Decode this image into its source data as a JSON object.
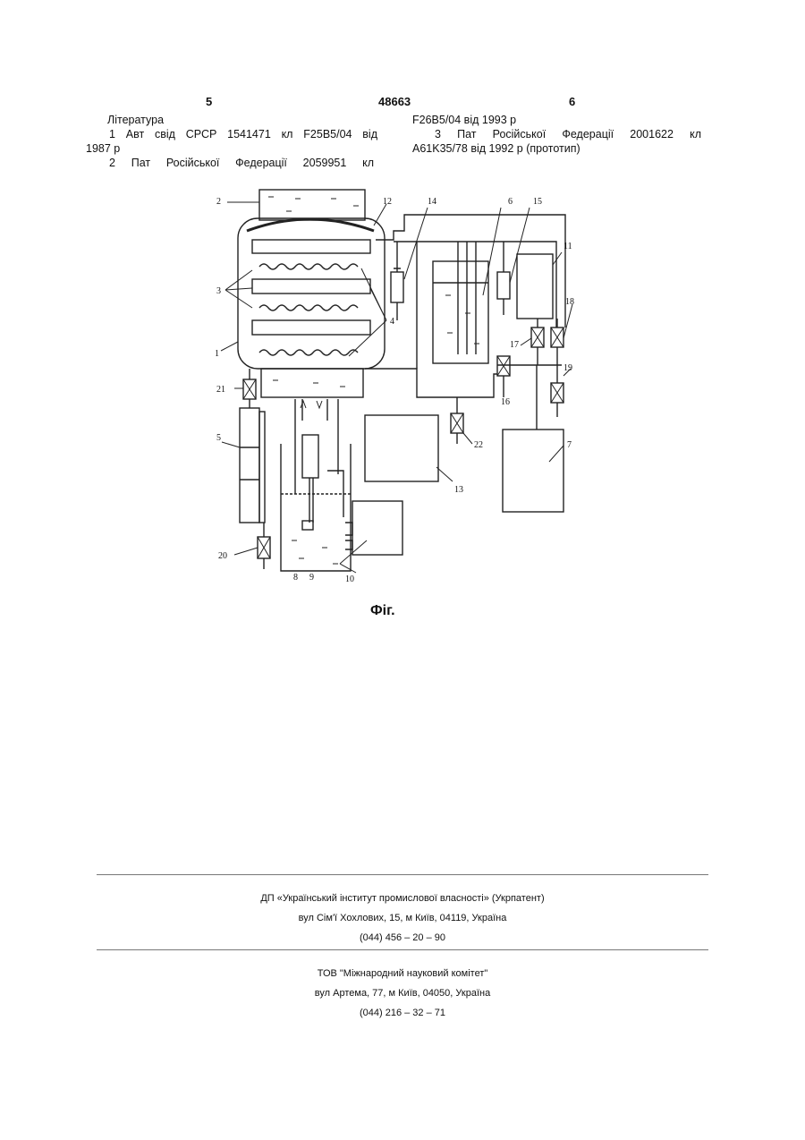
{
  "header": {
    "page_left": "5",
    "doc_number": "48663",
    "page_right": "6"
  },
  "references": {
    "title": "Література",
    "ref1_a": "1 Авт свід СРСР 1541471 кл F25B5/04 від",
    "ref1_b": "1987 р",
    "ref2_a": "2 Пат Російської Федерації 2059951 кл",
    "ref2_b": "F26B5/04 від 1993 р",
    "ref3_a": "3 Пат Російської Федерації 2001622 кл",
    "ref3_b": "A61K35/78 від 1992 р (прототип)"
  },
  "figure": {
    "caption": "Фіг.",
    "labels": [
      "1",
      "2",
      "3",
      "4",
      "5",
      "6",
      "7",
      "8",
      "9",
      "10",
      "11",
      "12",
      "13",
      "14",
      "15",
      "16",
      "17",
      "18",
      "19",
      "20",
      "21",
      "22"
    ]
  },
  "footer": {
    "org1_name": "ДП «Український інститут промислової власності» (Укрпатент)",
    "org1_address": "вул Сім'ї Хохлових, 15, м Київ, 04119, Україна",
    "org1_phone": "(044) 456 – 20 – 90",
    "org2_name": "ТОВ \"Міжнародний науковий комітет\"",
    "org2_address": "вул Артема, 77, м Київ, 04050, Україна",
    "org2_phone": "(044) 216 – 32 – 71"
  }
}
